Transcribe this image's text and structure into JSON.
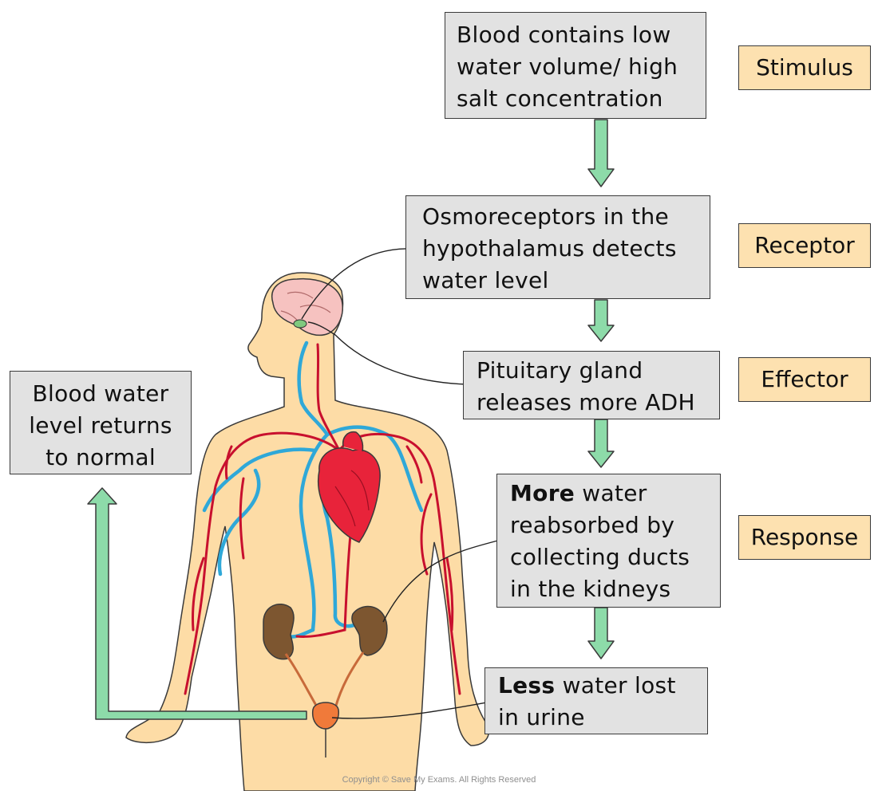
{
  "flow": {
    "stimulus_box": {
      "lines": [
        "Blood contains low",
        "water volume/ high",
        "salt concentration"
      ]
    },
    "receptor_box": {
      "lines": [
        "Osmoreceptors in the",
        "hypothalamus detects",
        "water level"
      ]
    },
    "effector_box": {
      "lines": [
        "Pituitary gland",
        "releases more ADH"
      ]
    },
    "response_box": {
      "bold": "More",
      "first_rest": " water",
      "lines": [
        "reabsorbed by",
        "collecting ducts",
        "in the kidneys"
      ]
    },
    "urine_box": {
      "bold": "Less",
      "first_rest": " water lost",
      "lines": [
        "in urine"
      ]
    },
    "return_box": {
      "lines": [
        "Blood water",
        "level returns",
        "to normal"
      ]
    }
  },
  "stage_labels": {
    "stimulus": "Stimulus",
    "receptor": "Receptor",
    "effector": "Effector",
    "response": "Response"
  },
  "footer": {
    "copyright": "Copyright © Save My Exams. All Rights Reserved"
  },
  "colors": {
    "box_fill": "#e2e2e2",
    "label_fill": "#fde1b0",
    "arrow_green": "#8ddba9",
    "skin": "#fddca6",
    "artery_red": "#c8102e",
    "vein_blue": "#2fa8d8",
    "kidney_brown": "#7d5630",
    "bladder_orange": "#f07a3a",
    "brain_pink": "#f6c2c0"
  }
}
